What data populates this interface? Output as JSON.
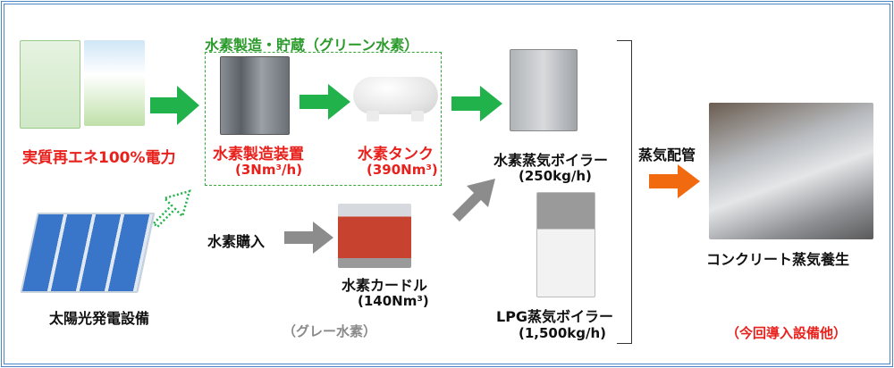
{
  "colors": {
    "green": "#22b24c",
    "red": "#e8211c",
    "orange": "#f26a0f",
    "gray": "#8c8c8c",
    "frame": "#4a86c8"
  },
  "green_section": {
    "title": "水素製造・貯蔵（グリーン水素）"
  },
  "renewable": {
    "label": "実質再エネ100%電力"
  },
  "solar": {
    "label": "太陽光発電設備"
  },
  "electrolyzer": {
    "name": "水素製造装置",
    "capacity": "(3Nm³/h)"
  },
  "tank": {
    "name": "水素タンク",
    "capacity": "(390Nm³)"
  },
  "purchase": {
    "label": "水素購入"
  },
  "curdle": {
    "name": "水素カードル",
    "capacity": "(140Nm³)"
  },
  "gray_hydrogen": {
    "label": "（グレー水素）"
  },
  "h2_boiler": {
    "name": "水素蒸気ボイラー",
    "capacity": "(250kg/h)"
  },
  "lpg_boiler": {
    "name": "LPG蒸気ボイラー",
    "capacity": "(1,500kg/h)"
  },
  "steam_pipe": {
    "label": "蒸気配管"
  },
  "curing": {
    "label": "コンクリート蒸気養生"
  },
  "note": {
    "label": "（今回導入設備他）"
  }
}
